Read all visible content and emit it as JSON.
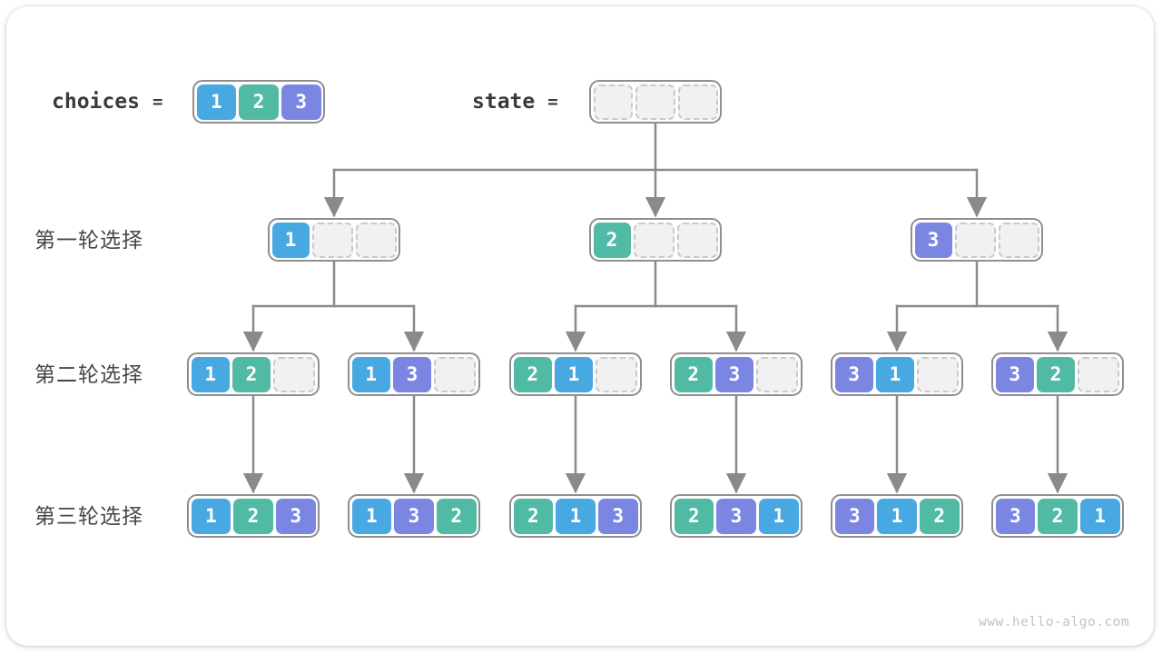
{
  "watermark": "www.hello-algo.com",
  "equals_sign": "=",
  "choices": {
    "label": "choices",
    "values": [
      "1",
      "2",
      "3"
    ]
  },
  "state": {
    "label": "state",
    "cells": [
      null,
      null,
      null
    ]
  },
  "value_colors": {
    "1": "#47a8e2",
    "2": "#51baa5",
    "3": "#7b86e2"
  },
  "connector_color": "#8a8a8a",
  "rounds": [
    {
      "label": "第一轮选择",
      "boxes": [
        [
          "1",
          null,
          null
        ],
        [
          "2",
          null,
          null
        ],
        [
          "3",
          null,
          null
        ]
      ]
    },
    {
      "label": "第二轮选择",
      "boxes": [
        [
          "1",
          "2",
          null
        ],
        [
          "1",
          "3",
          null
        ],
        [
          "2",
          "1",
          null
        ],
        [
          "2",
          "3",
          null
        ],
        [
          "3",
          "1",
          null
        ],
        [
          "3",
          "2",
          null
        ]
      ]
    },
    {
      "label": "第三轮选择",
      "boxes": [
        [
          "1",
          "2",
          "3"
        ],
        [
          "1",
          "3",
          "2"
        ],
        [
          "2",
          "1",
          "3"
        ],
        [
          "2",
          "3",
          "1"
        ],
        [
          "3",
          "1",
          "2"
        ],
        [
          "3",
          "2",
          "1"
        ]
      ]
    }
  ]
}
